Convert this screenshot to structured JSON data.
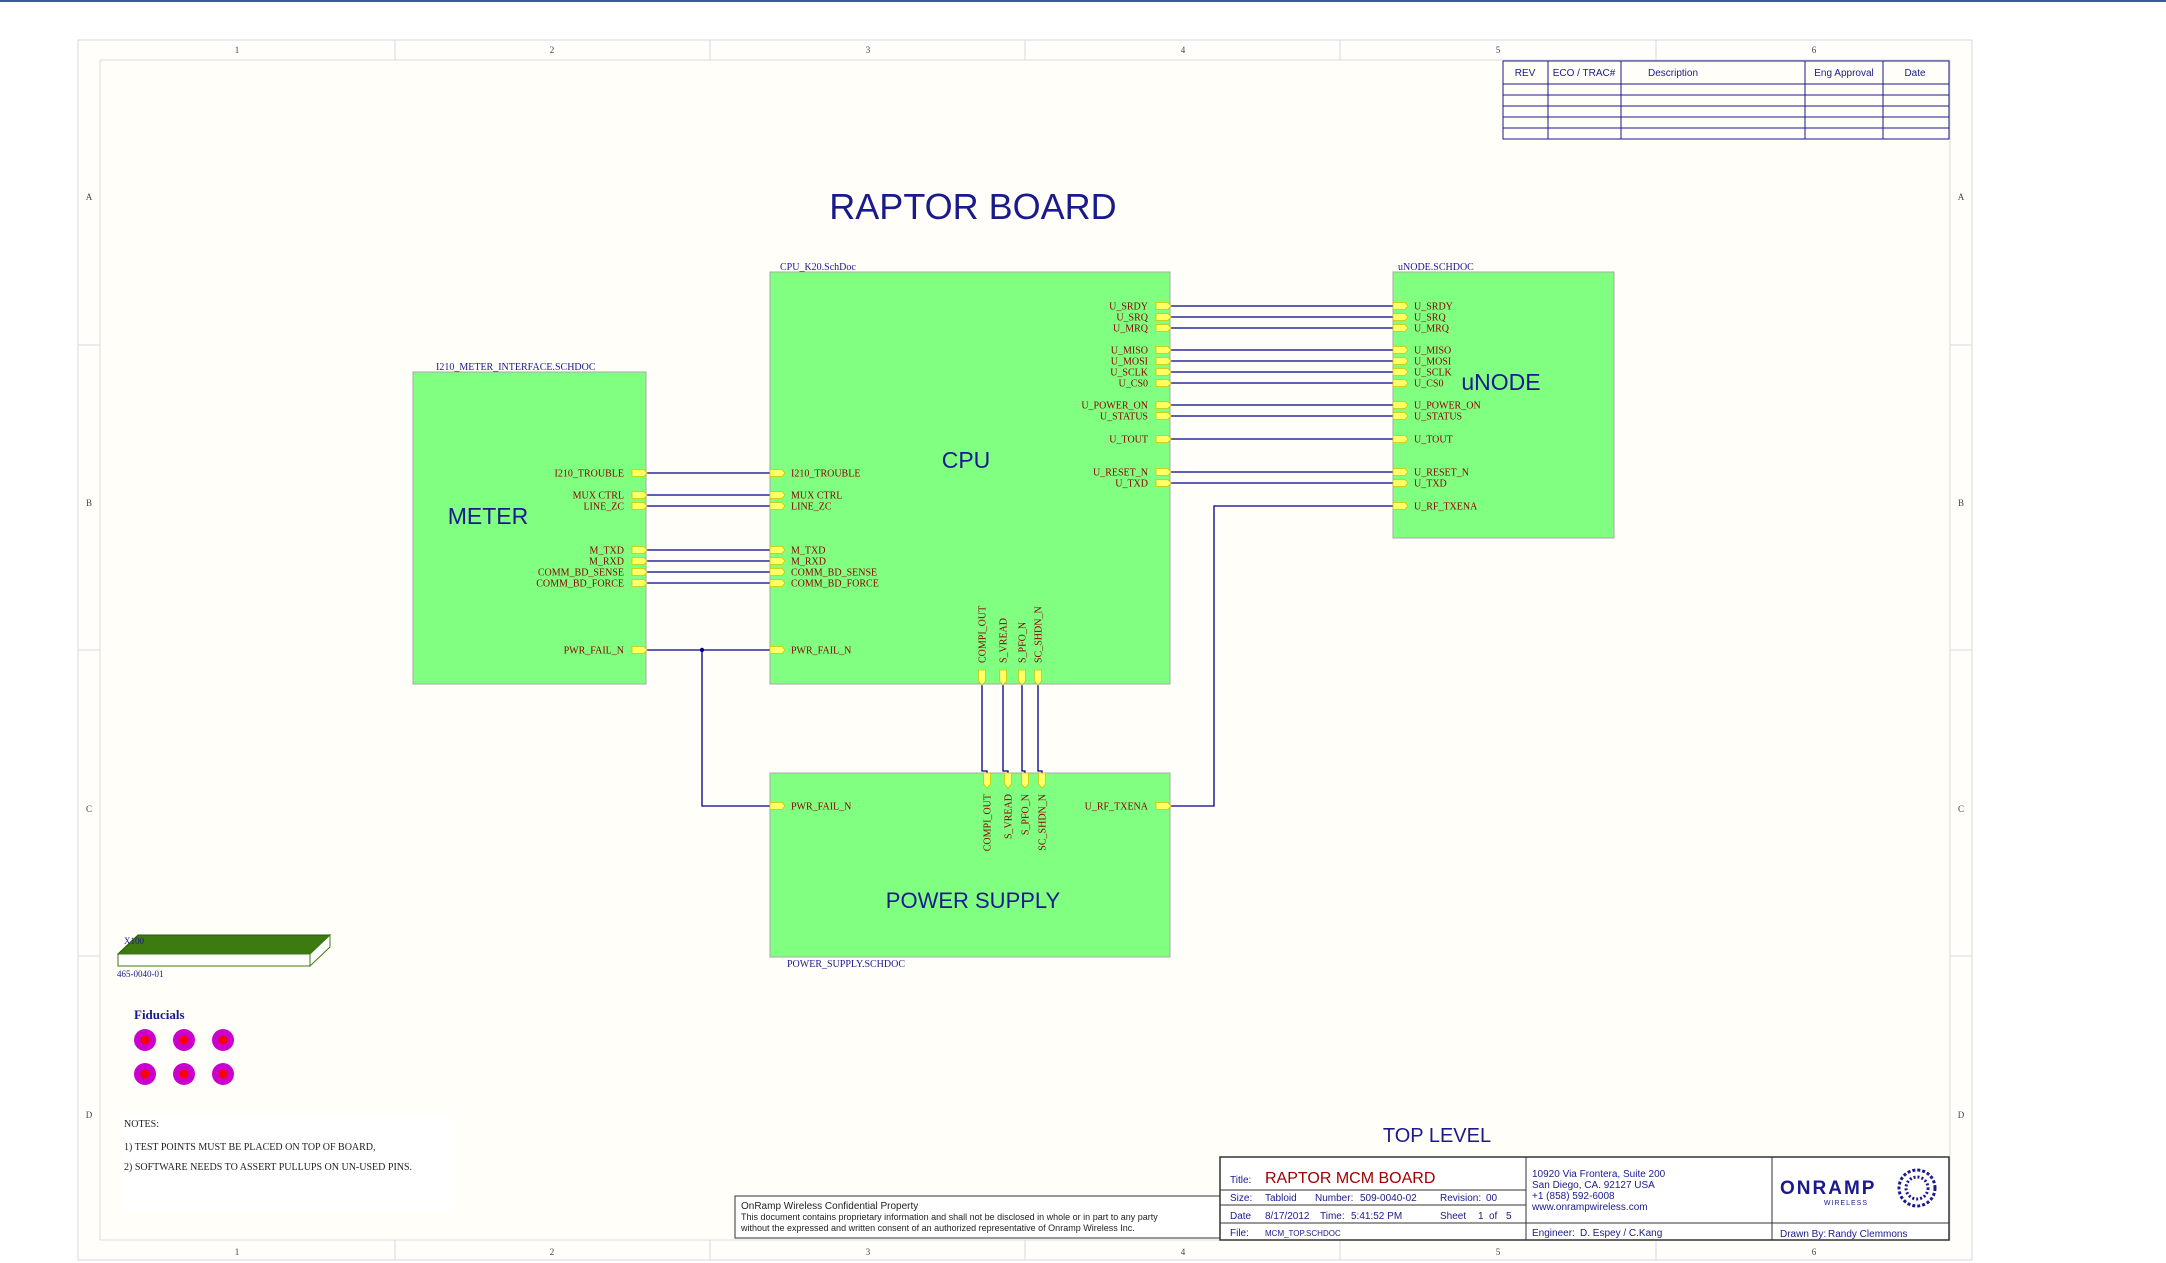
{
  "title": "RAPTOR BOARD",
  "border": {
    "columns": [
      "1",
      "2",
      "3",
      "4",
      "5",
      "6"
    ],
    "rows": [
      "A",
      "B",
      "C",
      "D"
    ]
  },
  "revision_table": {
    "headers": [
      "REV",
      "ECO / TRAC#",
      "Description",
      "Eng Approval",
      "Date"
    ]
  },
  "blocks": {
    "cpu": {
      "file": "CPU_K20.SchDoc",
      "label": "CPU",
      "right_pins": [
        "U_SRDY",
        "U_SRQ",
        "U_MRQ",
        "U_MISO",
        "U_MOSI",
        "U_SCLK",
        "U_CS0",
        "U_POWER_ON",
        "U_STATUS",
        "U_TOUT",
        "U_RESET_N",
        "U_TXD"
      ],
      "left_pins": [
        "I210_TROUBLE",
        "MUX CTRL",
        "LINE_ZC",
        "M_TXD",
        "M_RXD",
        "COMM_BD_SENSE",
        "COMM_BD_FORCE",
        "PWR_FAIL_N"
      ],
      "bottom_pins": [
        "COMPI_OUT",
        "S_VREAD",
        "S_PFO_N",
        "SC_SHDN_N"
      ]
    },
    "meter": {
      "file": "I210_METER_INTERFACE.SCHDOC",
      "label": "METER",
      "right_pins": [
        "I210_TROUBLE",
        "MUX CTRL",
        "LINE_ZC",
        "M_TXD",
        "M_RXD",
        "COMM_BD_SENSE",
        "COMM_BD_FORCE",
        "PWR_FAIL_N"
      ]
    },
    "unode": {
      "file": "uNODE.SCHDOC",
      "label": "uNODE",
      "left_pins": [
        "U_SRDY",
        "U_SRQ",
        "U_MRQ",
        "U_MISO",
        "U_MOSI",
        "U_SCLK",
        "U_CS0",
        "U_POWER_ON",
        "U_STATUS",
        "U_TOUT",
        "U_RESET_N",
        "U_TXD",
        "U_RF_TXENA"
      ]
    },
    "power": {
      "file": "POWER_SUPPLY.SCHDOC",
      "label": "POWER SUPPLY",
      "left_pins": [
        "PWR_FAIL_N"
      ],
      "right_pins": [
        "U_RF_TXENA"
      ],
      "top_pins": [
        "COMPI_OUT",
        "S_VREAD",
        "S_PFO_N",
        "SC_SHDN_N"
      ]
    }
  },
  "pcb": {
    "designator": "X100",
    "part_number": "465-0040-01"
  },
  "fiducials_label": "Fiducials",
  "notes": {
    "heading": "NOTES:",
    "items": [
      "1) TEST POINTS MUST BE PLACED ON TOP OF BOARD,",
      "2) SOFTWARE NEEDS TO ASSERT PULLUPS ON UN-USED PINS."
    ]
  },
  "confidential": {
    "title": "OnRamp Wireless Confidential Property",
    "line1": "This document contains proprietary information and shall not be disclosed in whole or in part to any party",
    "line2": "without the expressed and written consent of an authorized representative of Onramp Wireless Inc."
  },
  "sheet_title": "TOP LEVEL",
  "title_block": {
    "title_label": "Title:",
    "title": "RAPTOR MCM BOARD",
    "size_label": "Size:",
    "size": "Tabloid",
    "number_label": "Number:",
    "number": "509-0040-02",
    "revision_label": "Revision:",
    "revision": "00",
    "date_label": "Date",
    "date": "8/17/2012",
    "time_label": "Time:",
    "time": "5:41:52 PM",
    "sheet_label": "Sheet",
    "sheet": "1",
    "of_label": "of",
    "total": "5",
    "file_label": "File:",
    "file": "MCM_TOP.SCHDOC",
    "address1": "10920 Via Frontera, Suite 200",
    "address2": "San Diego, CA. 92127 USA",
    "phone": "+1 (858) 592-6008",
    "website": "www.onrampwireless.com",
    "engineer_label": "Engineer:",
    "engineer": "D. Espey / C.Kang",
    "drawn_label": "Drawn By:",
    "drawn": "Randy Clemmons",
    "logo_text": "ONRAMP",
    "logo_sub": "WIRELESS"
  },
  "colors": {
    "block_fill": "#80ff80",
    "block_border": "#a8a8a8",
    "wire": "#00008b",
    "text_blue": "#1a1a8c",
    "pin_text": "#8b0000",
    "port_fill": "#ffff66",
    "title_red": "#a00000",
    "fiducial_outer": "#cc00cc",
    "fiducial_inner": "#ff0000",
    "pcb_green": "#3d7a10"
  }
}
